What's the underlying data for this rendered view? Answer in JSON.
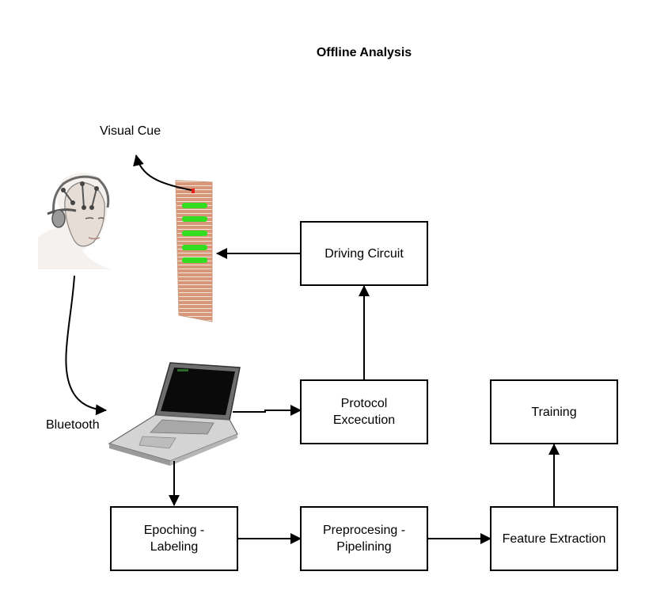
{
  "title": "Offline Analysis",
  "labels": {
    "visual_cue": "Visual Cue",
    "bluetooth": "Bluetooth"
  },
  "boxes": {
    "driving_circuit": [
      "Driving Circuit"
    ],
    "protocol_execution": [
      "Protocol",
      "Excecution"
    ],
    "training": [
      "Training"
    ],
    "epoching_labeling": [
      "Epoching -",
      "Labeling"
    ],
    "preprocessing_pipelining": [
      "Preprocesing -",
      "Pipelining"
    ],
    "feature_extraction": [
      "Feature Extraction"
    ]
  },
  "colors": {
    "stroke": "#000000",
    "led_green": "#33dd22",
    "led_red": "#e8201c",
    "panel": "#d9977a"
  },
  "icons": [
    "eeg-headset-person-icon",
    "laptop-icon",
    "led-panel-icon"
  ]
}
